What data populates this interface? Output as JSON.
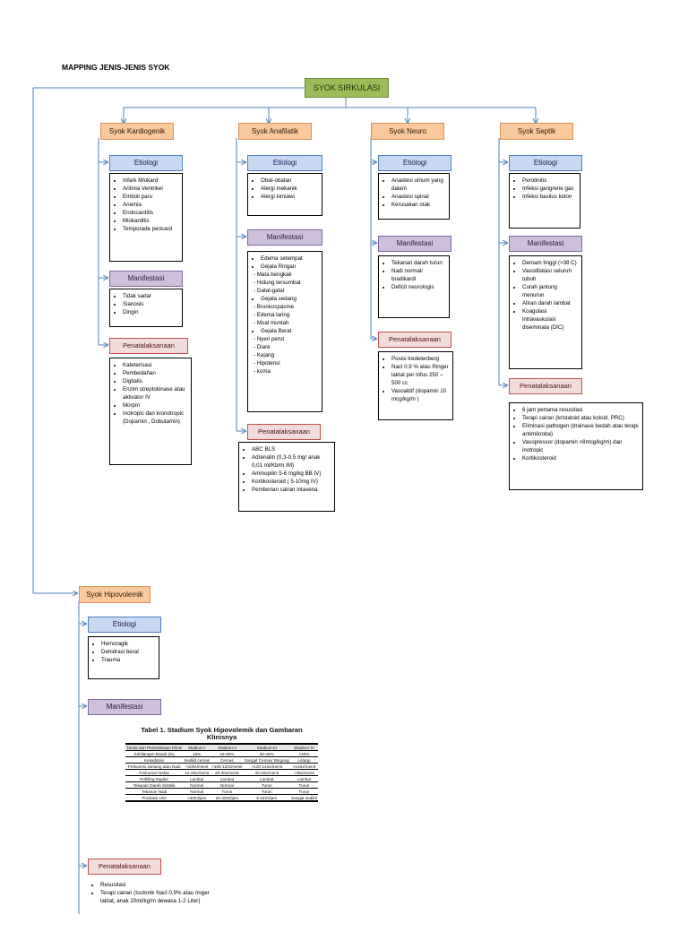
{
  "title": "MAPPING JENIS-JENIS SYOK",
  "root": "SYOK SIRKULASI",
  "labels": {
    "etiologi": "Etiologi",
    "manifestasi": "Manifestasi",
    "penatalaksanaan": "Penatalaksanaan"
  },
  "kardiogenik": {
    "name": "Syok Kardiogenik",
    "etiologi": [
      "Infark Miokard",
      "Aritmia Ventrikel",
      "Emboli paru",
      "Anemia",
      "Endocarditis",
      "Miokarditis",
      "Temporade pericard"
    ],
    "manifestasi": [
      "Tidak sadar",
      "Sianosis",
      "Dingin"
    ],
    "penatalaksanaan": [
      "Kateterisasi",
      "Pembedahan",
      "Digitalis",
      "Enzim streptokinase atau aktivator IV",
      "Morpin",
      "Inotropic dan kronotropic (Dopamin , Dobutamin)"
    ]
  },
  "anafilatik": {
    "name": "Syok Anafilatik",
    "etiologi": [
      "Obat-obatan",
      "Alergi mekanik",
      "Alergi kimiawi"
    ],
    "manifestasi": [
      {
        "t": "Edema setempat",
        "d": false
      },
      {
        "t": "Gejala Ringan",
        "d": false
      },
      {
        "t": "Mata bengkak",
        "d": true
      },
      {
        "t": "Hidung tersumbat",
        "d": true
      },
      {
        "t": "Gatal-gatal",
        "d": true
      },
      {
        "t": "Gejala sedang",
        "d": false
      },
      {
        "t": "Bronkospasme",
        "d": true
      },
      {
        "t": "Edema laring",
        "d": true
      },
      {
        "t": "Mual muntah",
        "d": true
      },
      {
        "t": "Gejala Berat",
        "d": false
      },
      {
        "t": "Nyeri perut",
        "d": true
      },
      {
        "t": "Diare",
        "d": true
      },
      {
        "t": "Kejang",
        "d": true
      },
      {
        "t": "Hipotensi",
        "d": true
      },
      {
        "t": "koma",
        "d": true
      }
    ],
    "penatalaksanaan": [
      "ABC BLS",
      "Adrenalin (0,3-0,5 mg/ anak 0,01 ml/Kb/m IM)",
      "Aminopilin 5-6 mg/kg BB IV)",
      "Kortikosteroid ( 5-10mg IV)",
      "Pemberian cairan intavena"
    ]
  },
  "neuro": {
    "name": "Syok Neuro",
    "etiologi": [
      "Anastesi umum yang dalam",
      "Anastesi spinal",
      "Kerusakan otak"
    ],
    "manifestasi": [
      "Tekanan darah turun",
      "Nadi normal/ bradikardi",
      "Deficit neurologis"
    ],
    "penatalaksanaan": [
      "Posisi tredelenberg",
      "Nacl 0,9 % atau Ringer laktat per infus 250 – 500 cc",
      "Vasoaktif (dopamin 10 mcg/kg/m )"
    ]
  },
  "septik": {
    "name": "Syok Septik",
    "etiologi": [
      "Perotinitis",
      "Infeksi gangrene gas",
      "Infeksi basilus kolon"
    ],
    "manifestasi": [
      "Demam tinggi (>38 C)",
      "Vasodilatasi seluruh tubuh",
      "Curah jantung menurun",
      "Aliran darah lambat",
      "Koagulasi intravaskulasi diseminata (DIC)"
    ],
    "penatalaksanaan": [
      "6 jam pertama resusitasi",
      "Terapi cairan (kristaloid atau koloid, PRC)",
      "Eliminasi pathogen (drainase bedah atau terapi antimikroba)",
      "Vasopressor (dopamin >8mcg/kg/m) dan inotropic",
      "Kortikosteroid"
    ]
  },
  "hipovolemik": {
    "name": "Syok Hipovolemik",
    "etiologi": [
      "Hemoragik",
      "Dehidrasi berat",
      "Trauma"
    ],
    "penatalaksanaan": [
      "Resusitasi",
      "Terapi cairan (Isotonik Nacl 0,9% atau ringer laktat, anak 20ml/kg/m dewasa 1-2 Liter)"
    ]
  },
  "table": {
    "title": "Tabel 1. Stadium Syok Hipovolemik dan Gambaran Klinisnya",
    "headers": [
      "Tanda dan Pemeriksaan Klinis",
      "Stadium-I",
      "Stadium-II",
      "Stadium-III",
      "Stadium-IV"
    ],
    "rows": [
      [
        "Kehilangan Darah (%)",
        "15%",
        "15-30%",
        "30-40%",
        ">40%"
      ],
      [
        "Kesadaran",
        "Sedikit cemas",
        "Cemas",
        "Sangat Cemas/ Bingung",
        "Letargi"
      ],
      [
        "Frekuensi Jantung atau Nadi",
        "<100x/menit",
        ">100-120x/menit",
        ">120-140x/menit",
        ">140x/menit"
      ],
      [
        "Frekuensi Nafas",
        "14-20x/menit",
        "20-30x/menit",
        "30-40x/menit",
        ">35x/menit"
      ],
      [
        "Refilling Kapiler",
        "Lambat",
        "Lambat",
        "Lambat",
        "Lambat"
      ],
      [
        "Tekanan Darah Sistolik",
        "Normal",
        "Normal",
        "Turun",
        "Turun"
      ],
      [
        "Tekanan Nadi",
        "Normal",
        "Turun",
        "Turun",
        "Turun"
      ],
      [
        "Produksi Urin",
        ">30ml/jam",
        "20-30ml/jam",
        "5-15ml/jam",
        "Sangat sedikit"
      ]
    ]
  }
}
